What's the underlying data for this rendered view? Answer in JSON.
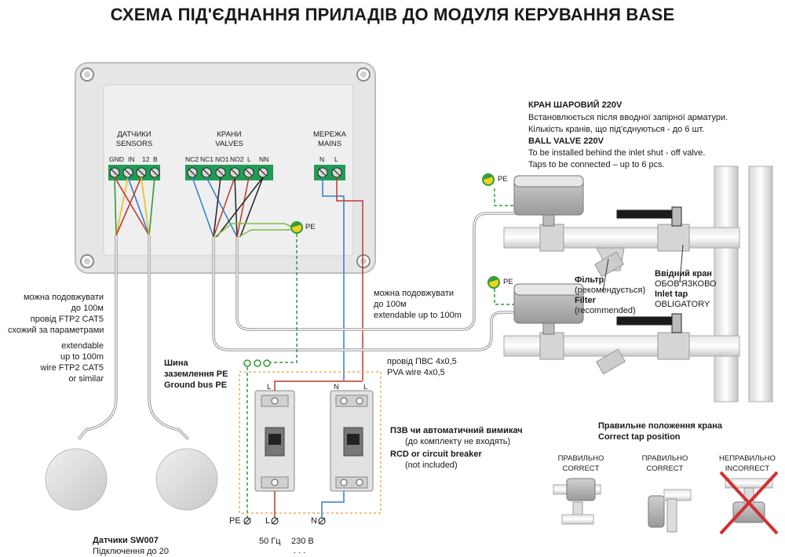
{
  "title": "СХЕМА ПІД'ЄДНАННЯ ПРИЛАДІВ ДО МОДУЛЯ КЕРУВАННЯ BASE",
  "module": {
    "sensors": {
      "title_ua": "ДАТЧИКИ",
      "title_en": "SENSORS",
      "pins": [
        "GND",
        "IN",
        "12",
        "B"
      ]
    },
    "valves": {
      "title_ua": "КРАНИ",
      "title_en": "VALVES",
      "pins": [
        "NC2",
        "NC1",
        "NO1",
        "NO2",
        "L",
        "NN"
      ]
    },
    "mains": {
      "title_ua": "МЕРЕЖА",
      "title_en": "MAINS",
      "pins": [
        "N",
        "L"
      ]
    },
    "pe_label": "PE"
  },
  "ball_valve": {
    "title_ua": "КРАН ШАРОВИЙ 220V",
    "line1_ua": "Встановлюється після вводної запірної арматури.",
    "line2_ua": "Кількість кранів, що під'єднуються - до 6 шт.",
    "title_en": "BALL VALVE 220V",
    "line1_en": "To be installed behind the inlet shut - off valve.",
    "line2_en": "Taps to be connected – up to 6 pcs.",
    "pe_label_1": "PE",
    "pe_label_2": "PE"
  },
  "filter": {
    "ua": "Фільтр",
    "ua_note": "(рекомендується)",
    "en": "Filter",
    "en_note": "(recommended)"
  },
  "inlet_tap": {
    "ua": "Ввідний кран",
    "ua_note": "ОБОВ'ЯЗКОВО",
    "en": "Inlet tap",
    "en_note": "OBLIGATORY"
  },
  "valve_extend": {
    "ua1": "можна подовжувати",
    "ua2": "до 100м",
    "en": "extendable up to 100m"
  },
  "sensor_extend": {
    "ua1": "можна подовжувати",
    "ua2": "до 100м",
    "ua3": "провід FTP2 CAT5",
    "ua4": "схожий за параметрами",
    "en1": "extendable",
    "en2": "up to 100m",
    "en3": "wire FTP2 CAT5",
    "en4": "or similar"
  },
  "pva_wire": {
    "ua": "провід ПВС 4х0,5",
    "en": "PVA wire 4х0,5"
  },
  "ground_bus": {
    "ua1": "Шина",
    "ua2": "заземлення PE",
    "en": "Ground bus PE"
  },
  "breaker": {
    "ua": "ПЗВ чи автоматичний вимикач",
    "ua_note": "(до комплекту не входять)",
    "en": "RCD or circuit breaker",
    "en_note": "(not included)",
    "terminals": {
      "b1_top": "L",
      "b2_top_n": "N",
      "b2_top_l": "L"
    }
  },
  "supply": {
    "pe": "PE",
    "l": "L",
    "n": "N",
    "freq": "50 Гц",
    "volt": "230 В",
    "dots": ". . ."
  },
  "sensors_caption": {
    "line1": "Датчики SW007",
    "line2": "Підключення до 20"
  },
  "tap_position": {
    "title_ua": "Правильне положення крана",
    "title_en": "Correct tap position",
    "p1_ua": "ПРАВИЛЬНО",
    "p1_en": "CORRECT",
    "p2_ua": "ПРАВИЛЬНО",
    "p2_en": "CORRECT",
    "p3_ua": "НЕПРАВИЛЬНО",
    "p3_en": "INCORRECT"
  },
  "colors": {
    "wire_gray": "#9a9a9a",
    "wire_red": "#c0392b",
    "wire_blue": "#2f7fd0",
    "wire_green": "#2e9b3a",
    "wire_yellow": "#e6c21a",
    "terminal_green": "#1f9d55",
    "pe_yellow": "#f2d21b",
    "cross_red": "#d32f2f"
  }
}
